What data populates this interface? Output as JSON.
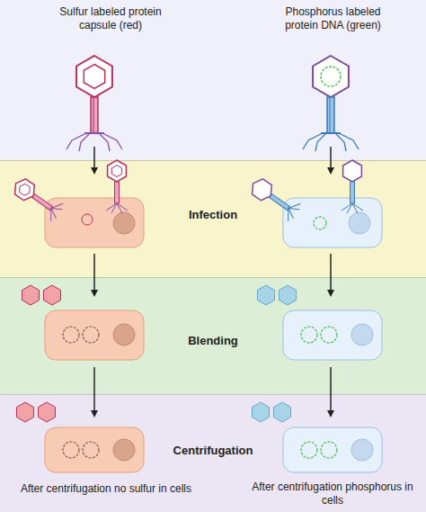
{
  "diagram": {
    "nodes": [
      {
        "text": [
          "Sulfur labeled protein capsule (red)",
          "Phosphorus labeled protein DNA (green)"
        ]
      },
      {
        "text": [
          "Infection"
        ]
      },
      {
        "text": [
          "Blending"
        ]
      },
      {
        "text": [
          "Centrifugation",
          "After centrifugation no sulfur in cells",
          "After centrifugation phosphorus in cells"
        ]
      }
    ]
  }
}
